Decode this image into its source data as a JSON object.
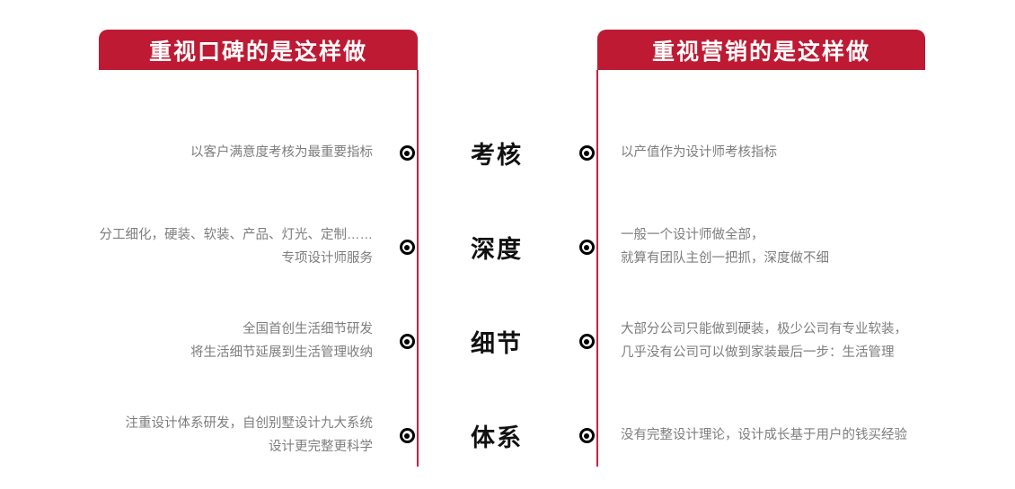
{
  "colors": {
    "banner_red": "#be1a33",
    "spine_red": "#cf2040",
    "body_text": "#7d7d7d",
    "center_label": "#111111",
    "background": "#ffffff"
  },
  "headers": {
    "left": "重视口碑的是这样做",
    "right": "重视营销的是这样做"
  },
  "rows": [
    {
      "label": "考核",
      "left_lines": [
        "以客户满意度考核为最重要指标"
      ],
      "right_lines": [
        "以产值作为设计师考核指标"
      ]
    },
    {
      "label": "深度",
      "left_lines": [
        "分工细化，硬装、软装、产品、灯光、定制……",
        "专项设计师服务"
      ],
      "right_lines": [
        "一般一个设计师做全部，",
        "就算有团队主创一把抓，深度做不细"
      ]
    },
    {
      "label": "细节",
      "left_lines": [
        "全国首创生活细节研发",
        "将生活细节延展到生活管理收纳"
      ],
      "right_lines": [
        "大部分公司只能做到硬装，极少公司有专业软装，",
        "几乎没有公司可以做到家装最后一步：生活管理"
      ]
    },
    {
      "label": "体系",
      "left_lines": [
        "注重设计体系研发，自创别墅设计九大系统",
        "设计更完整更科学"
      ],
      "right_lines": [
        "没有完整设计理论，设计成长基于用户的钱买经验"
      ]
    }
  ],
  "icons": {
    "marker": "target-dot-icon"
  }
}
